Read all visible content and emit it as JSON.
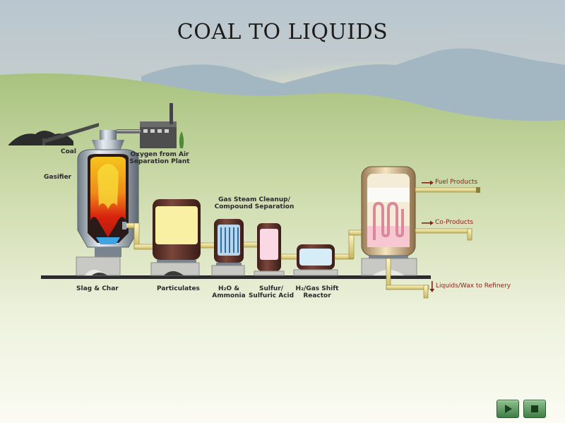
{
  "title": "COAL TO LIQUIDS",
  "labels": {
    "coal": "Coal",
    "oxygen_1": "Oxygen from Air",
    "oxygen_2": "Separation Plant",
    "gasifier": "Gasifier",
    "cleanup_1": "Gas Steam Cleanup/",
    "cleanup_2": "Compound Separation",
    "slag": "Slag & Char",
    "particulates": "Particulates",
    "h2o_1": "H₂O &",
    "h2o_2": "Ammonia",
    "sulfur_1": "Sulfur/",
    "sulfur_2": "Sulfuric Acid",
    "shift_1": "H₂/Gas Shift",
    "shift_2": "Reactor",
    "fuel": "Fuel Products",
    "coproducts": "Co-Products",
    "liquids": "Liquids/Wax to Refinery"
  },
  "colors": {
    "sky_top": "#b7c5ce",
    "sky_glow": "#f3eeb6",
    "mountain": "#9fb5c0",
    "hill": "#a9c484",
    "ground": "#f4f6ea",
    "vessel_dark": "#5b2f27",
    "pipe_yellow": "#e7dc8e",
    "flame_red": "#d8220f",
    "flame_yellow": "#f7d11c",
    "label_red": "#8e1f14",
    "nav_green": "#4e8a56"
  },
  "nav": {
    "play_icon": "play-icon",
    "stop_icon": "stop-icon"
  }
}
